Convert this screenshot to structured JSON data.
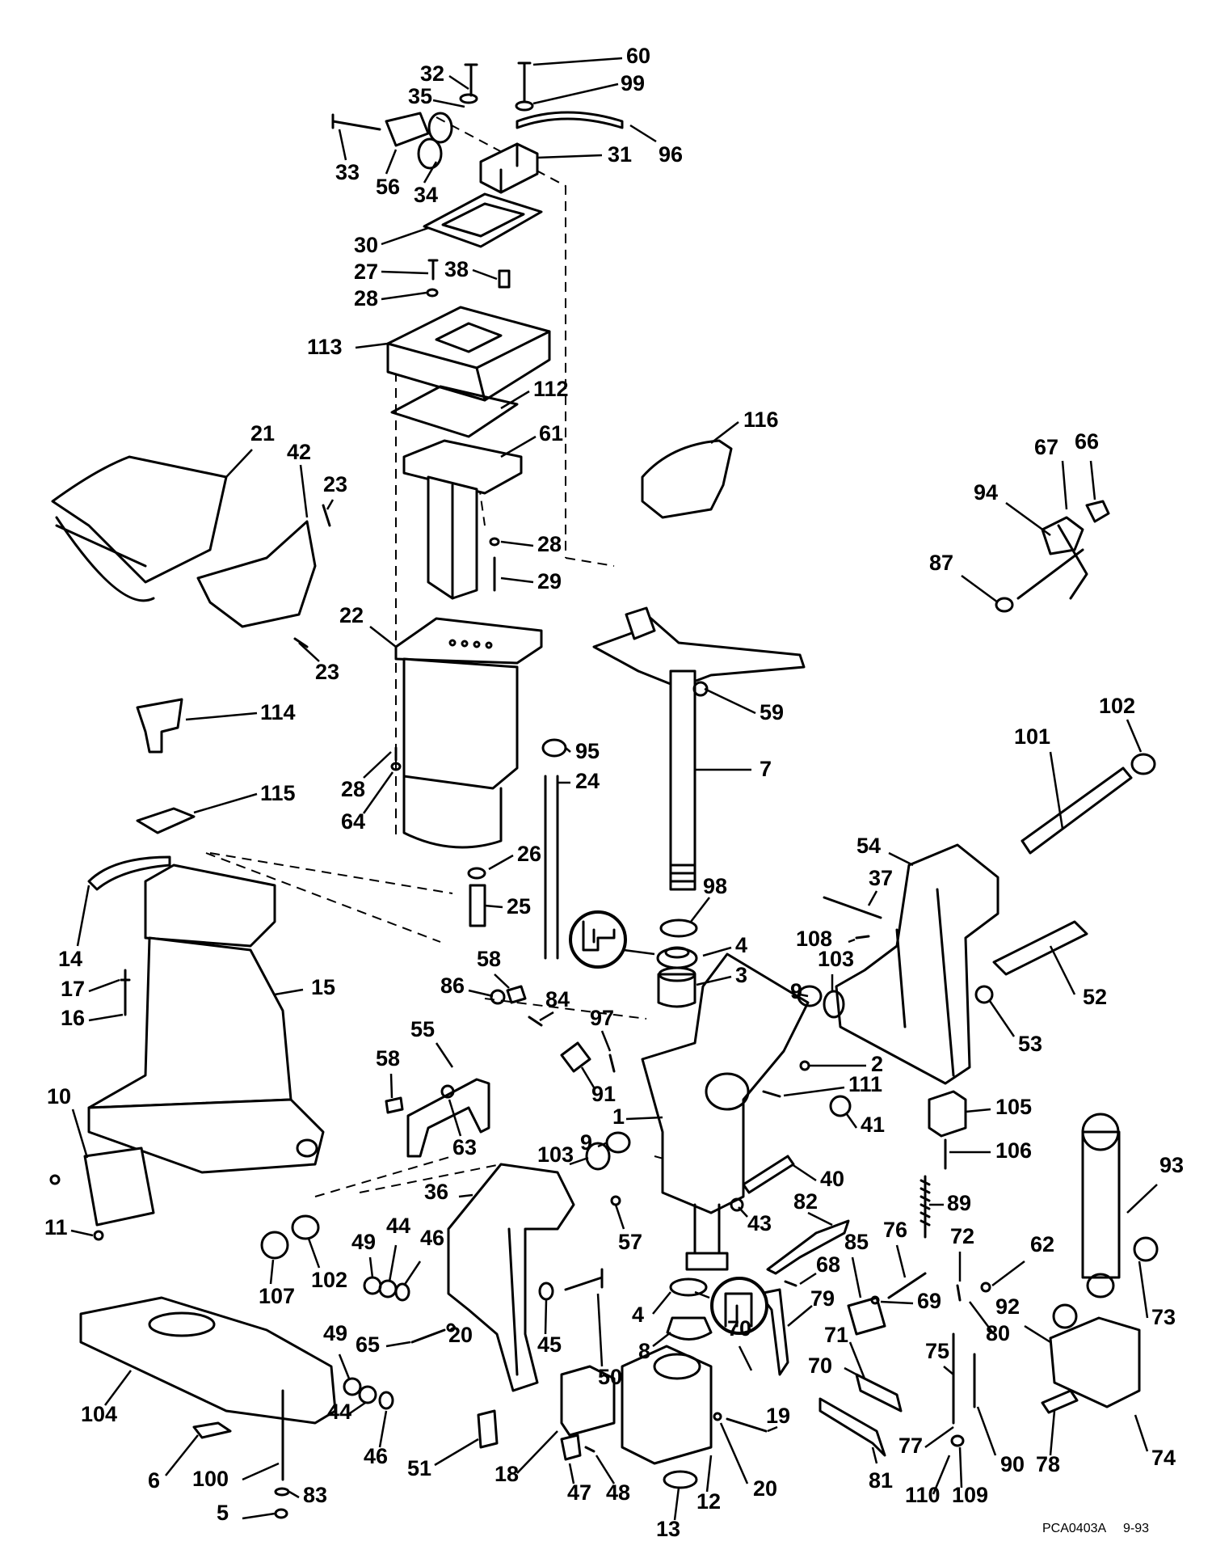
{
  "figure": {
    "reference_code": "PCA0403A",
    "date_code": "9-93",
    "grease_symbol": "grease-icon"
  },
  "callouts": [
    {
      "id": "c60",
      "text": "60"
    },
    {
      "id": "c99",
      "text": "99"
    },
    {
      "id": "c32",
      "text": "32"
    },
    {
      "id": "c35",
      "text": "35"
    },
    {
      "id": "c33",
      "text": "33"
    },
    {
      "id": "c56",
      "text": "56"
    },
    {
      "id": "c34",
      "text": "34"
    },
    {
      "id": "c31",
      "text": "31"
    },
    {
      "id": "c96",
      "text": "96"
    },
    {
      "id": "c30",
      "text": "30"
    },
    {
      "id": "c27",
      "text": "27"
    },
    {
      "id": "c38",
      "text": "38"
    },
    {
      "id": "c28a",
      "text": "28"
    },
    {
      "id": "c113",
      "text": "113"
    },
    {
      "id": "c112",
      "text": "112"
    },
    {
      "id": "c61",
      "text": "61"
    },
    {
      "id": "c116",
      "text": "116"
    },
    {
      "id": "c67",
      "text": "67"
    },
    {
      "id": "c66",
      "text": "66"
    },
    {
      "id": "c94",
      "text": "94"
    },
    {
      "id": "c87",
      "text": "87"
    },
    {
      "id": "c21",
      "text": "21"
    },
    {
      "id": "c42",
      "text": "42"
    },
    {
      "id": "c23a",
      "text": "23"
    },
    {
      "id": "c28b",
      "text": "28"
    },
    {
      "id": "c29",
      "text": "29"
    },
    {
      "id": "c22",
      "text": "22"
    },
    {
      "id": "c23b",
      "text": "23"
    },
    {
      "id": "c59",
      "text": "59"
    },
    {
      "id": "c114",
      "text": "114"
    },
    {
      "id": "c95",
      "text": "95"
    },
    {
      "id": "c24",
      "text": "24"
    },
    {
      "id": "c7",
      "text": "7"
    },
    {
      "id": "c102a",
      "text": "102"
    },
    {
      "id": "c101",
      "text": "101"
    },
    {
      "id": "c28c",
      "text": "28"
    },
    {
      "id": "c64",
      "text": "64"
    },
    {
      "id": "c115",
      "text": "115"
    },
    {
      "id": "c26",
      "text": "26"
    },
    {
      "id": "c54",
      "text": "54"
    },
    {
      "id": "c37",
      "text": "37"
    },
    {
      "id": "c25",
      "text": "25"
    },
    {
      "id": "c98",
      "text": "98"
    },
    {
      "id": "c14",
      "text": "14"
    },
    {
      "id": "c4a",
      "text": "4"
    },
    {
      "id": "c108",
      "text": "108"
    },
    {
      "id": "c103a",
      "text": "103"
    },
    {
      "id": "c17",
      "text": "17"
    },
    {
      "id": "c15",
      "text": "15"
    },
    {
      "id": "c3",
      "text": "3"
    },
    {
      "id": "c58a",
      "text": "58"
    },
    {
      "id": "c16",
      "text": "16"
    },
    {
      "id": "c86",
      "text": "86"
    },
    {
      "id": "c84",
      "text": "84"
    },
    {
      "id": "c97",
      "text": "97"
    },
    {
      "id": "c9a",
      "text": "9"
    },
    {
      "id": "c52",
      "text": "52"
    },
    {
      "id": "c55",
      "text": "55"
    },
    {
      "id": "c53",
      "text": "53"
    },
    {
      "id": "c58b",
      "text": "58"
    },
    {
      "id": "c2",
      "text": "2"
    },
    {
      "id": "c10",
      "text": "10"
    },
    {
      "id": "c91",
      "text": "91"
    },
    {
      "id": "c111",
      "text": "111"
    },
    {
      "id": "c105",
      "text": "105"
    },
    {
      "id": "c1",
      "text": "1"
    },
    {
      "id": "c63",
      "text": "63"
    },
    {
      "id": "c41",
      "text": "41"
    },
    {
      "id": "c106",
      "text": "106"
    },
    {
      "id": "c103b",
      "text": "103"
    },
    {
      "id": "c9b",
      "text": "9"
    },
    {
      "id": "c40",
      "text": "40"
    },
    {
      "id": "c36",
      "text": "36"
    },
    {
      "id": "c89",
      "text": "89"
    },
    {
      "id": "c11",
      "text": "11"
    },
    {
      "id": "c93",
      "text": "93"
    },
    {
      "id": "c43",
      "text": "43"
    },
    {
      "id": "c82",
      "text": "82"
    },
    {
      "id": "c49a",
      "text": "49"
    },
    {
      "id": "c44a",
      "text": "44"
    },
    {
      "id": "c46a",
      "text": "46"
    },
    {
      "id": "c57",
      "text": "57"
    },
    {
      "id": "c76",
      "text": "76"
    },
    {
      "id": "c72",
      "text": "72"
    },
    {
      "id": "c85",
      "text": "85"
    },
    {
      "id": "c62",
      "text": "62"
    },
    {
      "id": "c107",
      "text": "107"
    },
    {
      "id": "c102b",
      "text": "102"
    },
    {
      "id": "c68",
      "text": "68"
    },
    {
      "id": "c69",
      "text": "69"
    },
    {
      "id": "c79",
      "text": "79"
    },
    {
      "id": "c92",
      "text": "92"
    },
    {
      "id": "c73",
      "text": "73"
    },
    {
      "id": "c4b",
      "text": "4"
    },
    {
      "id": "c71",
      "text": "71"
    },
    {
      "id": "c65",
      "text": "65"
    },
    {
      "id": "c20a",
      "text": "20"
    },
    {
      "id": "c45",
      "text": "45"
    },
    {
      "id": "c8",
      "text": "8"
    },
    {
      "id": "c70a",
      "text": "70"
    },
    {
      "id": "c80",
      "text": "80"
    },
    {
      "id": "c49b",
      "text": "49"
    },
    {
      "id": "c50",
      "text": "50"
    },
    {
      "id": "c75",
      "text": "75"
    },
    {
      "id": "c70b",
      "text": "70"
    },
    {
      "id": "c104",
      "text": "104"
    },
    {
      "id": "c44b",
      "text": "44"
    },
    {
      "id": "c46b",
      "text": "46"
    },
    {
      "id": "c19",
      "text": "19"
    },
    {
      "id": "c77",
      "text": "77"
    },
    {
      "id": "c90",
      "text": "90"
    },
    {
      "id": "c78",
      "text": "78"
    },
    {
      "id": "c74",
      "text": "74"
    },
    {
      "id": "c6",
      "text": "6"
    },
    {
      "id": "c100",
      "text": "100"
    },
    {
      "id": "c51",
      "text": "51"
    },
    {
      "id": "c18",
      "text": "18"
    },
    {
      "id": "c20b",
      "text": "20"
    },
    {
      "id": "c81",
      "text": "81"
    },
    {
      "id": "c110",
      "text": "110"
    },
    {
      "id": "c109",
      "text": "109"
    },
    {
      "id": "c5",
      "text": "5"
    },
    {
      "id": "c83",
      "text": "83"
    },
    {
      "id": "c47",
      "text": "47"
    },
    {
      "id": "c48",
      "text": "48"
    },
    {
      "id": "c12",
      "text": "12"
    },
    {
      "id": "c13",
      "text": "13"
    }
  ]
}
